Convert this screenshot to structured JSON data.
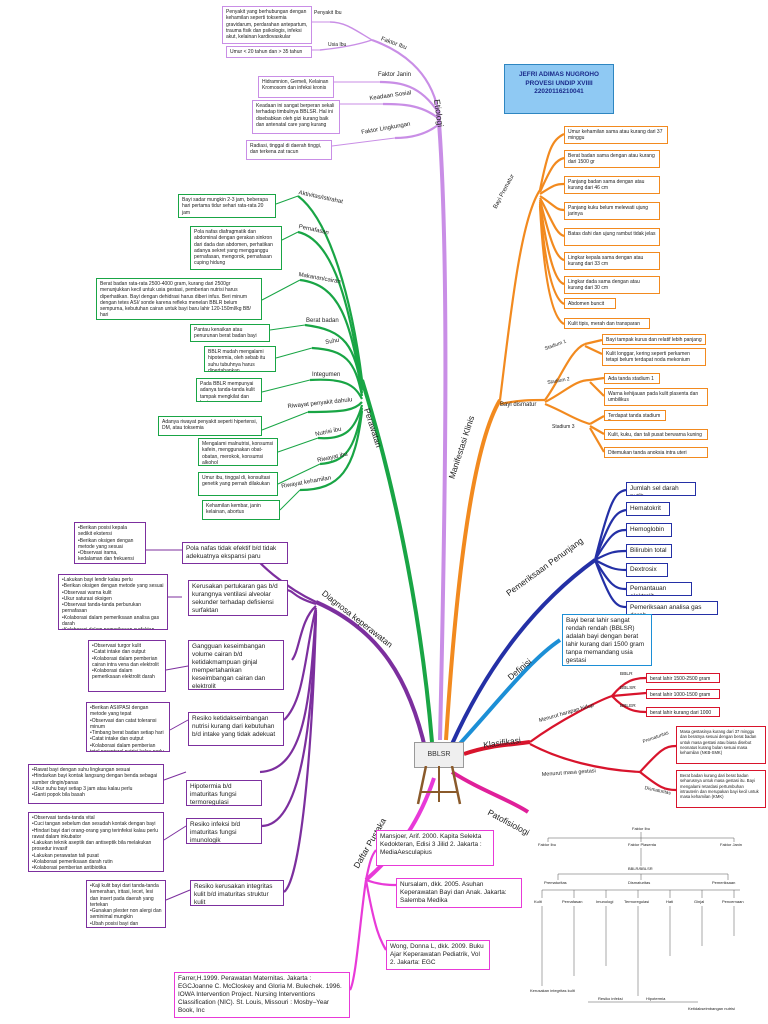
{
  "colors": {
    "etiologi": "#c98ee6",
    "manifestasi": "#f28a1f",
    "penunjang": "#2430a6",
    "definisi": "#1c8fd6",
    "klasifikasi": "#d8142c",
    "patofisiologi": "#e0209a",
    "pustaka": "#e83ad8",
    "diagnosa": "#7c2f9e",
    "perawatan": "#19a545",
    "center": "#8a5a2b"
  },
  "header": {
    "author": "JEFRI ADIMAS NUGROHO",
    "program": "PROVESI UNDIP XVIIII",
    "nim": "22020116210041"
  },
  "center": {
    "label": "BBLSR"
  },
  "etiologi": {
    "label": "Etiologi",
    "branches": [
      {
        "label": "Faktor Ibu",
        "subs": [
          {
            "label": "Penyakit Ibu",
            "text": "Penyakit yang berhubungan dengan kehamilan seperti toksemia gravidarum, perdarahan antepartum, trauma fisik dan psikologis, infeksi akut, kelainan kardiovaskular"
          },
          {
            "label": "Usia Ibu",
            "text": "Umur < 20 tahun dan > 35 tahun"
          }
        ]
      },
      {
        "label": "Faktor Janin",
        "text": "Hidramnion, Gemeli, Kelainan Kromosom dan infeksi kronis"
      },
      {
        "label": "Keadaan Sosial",
        "text": "Keadaan ini sangat berperan sekali terhadap timbulnya BBLSR. Hal ini disebabkan oleh gizi kurang baik dan antenatal care yang kurang"
      },
      {
        "label": "Faktor Lingkungan",
        "text": "Radiasi, tinggal di daerah tinggi, dan terkena zat racun"
      }
    ]
  },
  "manifestasi": {
    "label": "Manifestasi Klinis",
    "prematur": {
      "label": "Bayi Prematur",
      "items": [
        "Umur kehamilan sama atau kurang dari 37 minggu",
        "Berat badan sama dengan atau kurang dari 1500 gr",
        "Panjang badan sama dengan atau kurang dari 46 cm",
        "Panjang kuku belum melewati ujung jarinya",
        "Batas dahi dan ujung rambut tidak jelas",
        "Lingkar kepala sama dengan atau kurang dari 33 cm",
        "Lingkar dada sama dengan atau kurang dari 30 cm",
        "Abdomen buncit",
        "Kulit tipis, merah dan transparan"
      ]
    },
    "dismatur": {
      "label": "Bayi dismatur",
      "stadiums": [
        {
          "label": "Stadium 1",
          "items": [
            "Bayi tampak kurus dan relatif lebih panjang",
            "Kulit longgar, kering seperti perkamen tetapi belum terdapat noda mekonium"
          ]
        },
        {
          "label": "Stadium 2",
          "items": [
            "Ada tanda stadium 1",
            "Warna kehijauan pada kulit plasenta dan umbilikus"
          ]
        },
        {
          "label": "Stadium 3",
          "items": [
            "Terdapat tanda stadium 2",
            "Kulit, kuku, dan tali pusat berwarna kuning",
            "Ditemukan tanda anoksia intra uteri"
          ]
        }
      ]
    }
  },
  "penunjang": {
    "label": "Pemeriksaan Penunjang",
    "items": [
      "Jumlah sel darah putih",
      "Hematokrit",
      "Hemoglobin",
      "Bilirubin total",
      "Dextrosix",
      "Pemantauan elektrolit",
      "Pemeriksaan analisa gas darah"
    ]
  },
  "definisi": {
    "label": "Definisi",
    "text": "Bayi berat lahir sangat rendah rendah (BBLSR) adalah bayi dengan berat lahir kurang dari 1500 gram tanpa memandang usia gestasi"
  },
  "klasifikasi": {
    "label": "Klasifikasi",
    "harapan": {
      "label": "Menurut harapan hidup",
      "subs": [
        {
          "label": "BBLR",
          "text": "berat lahir 1500-2500 gram"
        },
        {
          "label": "BBLSR",
          "text": "berat lahir 1000-1500 gram"
        },
        {
          "label": "BBLER",
          "text": "berat lahir kurang dari 1000"
        }
      ]
    },
    "gestasi": {
      "label": "Menurut masa gestasi",
      "subs": [
        {
          "label": "Prematuritas",
          "text": "Masa gestasinya kurang dari 37 minggu dan beratnya sesuai dengan berat badan untuk masa gestasi atau biasa disebut neonatus kurang bulan sesuai masa kehamilan (NKB-SMK)"
        },
        {
          "label": "Dismaturitas",
          "text": "Berat badan kurang dari berat badan seharusnya untuk masa gestasi itu. Bayi mengalami retardasi pertumbuhan intrauterin dan merupakan bayi kecil untuk masa kehamilan (KMK)"
        }
      ]
    }
  },
  "patofisiologi": {
    "label": "Patofisiologi"
  },
  "pustaka": {
    "label": "Daftar Pustaka",
    "items": [
      "Mansjoer, Arif. 2000. Kapita Selekta Kedokteran, Edisi 3 Jilid 2. Jakarta : MediaAesculapius",
      "Nursalam, dkk. 2005. Asuhan Keperawatan Bayi dan Anak. Jakarta: Salemba Medika",
      "Wong, Donna L, dkk. 2009. Buku Ajar Keperawatan Pediatrik, Vol 2. Jakarta: EGC",
      "Farrer,H.1999. Perawatan Maternitas. Jakarta : EGCJoanne C. McCloskey and Gloria M. Bulechek. 1996. IOWA Intervention Project. Nursing Interventions Classification (NIC). St. Louis, Missouri : Mosby–Year Book, Inc"
    ]
  },
  "perawatan": {
    "label": "Perawatan",
    "items": [
      {
        "label": "Aktivitas/istirahat",
        "text": "Bayi sadar mungkin 2-3 jam, beberapa hari pertama tidur sehari rata-rata 20 jam"
      },
      {
        "label": "Pernafasan",
        "text": "Pola nafas diafragmatik dan abdominal dengan gerakan sinkron dari dada dan abdomen, perhatikan adanya sekret yang mengganggu pernafasan, mengorok, pernafasan cuping hidung"
      },
      {
        "label": "Makanan/cairan",
        "text": "Berat badan rata-rata 2500-4000 gram, kurang dari 2500gr menunjukkan kecil untuk usia gestasi, pemberian nutrisi harus diperhatikan. Bayi dengan dehidrasi harus diberi infus. Beri minum dengan tetes ASI/ sonde karena refleks menelan BBLR belum sempurna, kebutuhan cairan untuk bayi baru lahir 120-150ml/kg BB/ hari"
      },
      {
        "label": "Berat badan",
        "text": "Pantau kenaikan atau penurunan berat badan bayi"
      },
      {
        "label": "Suhu",
        "text": "BBLR mudah mengalami hipotermia, oleh sebab itu suhu tubuhnya harus dipertahankan"
      },
      {
        "label": "Integumen",
        "text": "Pada BBLR mempunyai adanya tanda-tanda kulit tampak mengkilat dan kering"
      },
      {
        "label": "Riwayat penyakit dahulu",
        "text": "Adanya riwayat penyakit seperti hipertensi, DM, atau toksemia"
      },
      {
        "label": "Nutrisi ibu",
        "text": "Mengalami malnutrisi, konsumsi kafein, menggunakan obat-obatan, merokok, konsumsi alkohol"
      },
      {
        "label": "Riwayat ibu",
        "text": "Umur ibu, tinggal di, konsultasi genetik yang pernah dilakukan"
      },
      {
        "label": "Riwayat kehamilan",
        "text": "Kehamilan kembar, janin kelainan, abortus"
      }
    ]
  },
  "diagnosa": {
    "label": "Diagnosa keperawatan",
    "items": [
      {
        "dx": "Pola nafas tidak efektif b/d tidak adekuatnya ekspansi paru",
        "int": "•Berikan posisi kepala sedikit ekstensi\n•Berikan oksigen dengan metode yang sesuai\n•Observasi irama, kedalaman dan frekuensi pernafasan"
      },
      {
        "dx": "Kerusakan pertukaran gas b/d kurangnya ventilasi alveolar sekunder terhadap defisiensi surfaktan",
        "int": "•Lakukan bayi lendir kalau perlu\n•Berikan oksigen dengan metode yang sesuai\n•Observasi warna kulit\n•Ukur saturasi oksigen\n•Observasi tanda-tanda perburukan pernafasan\n•Kolaborasi dalam pemeriksaan analisa gas darah\n•Kolaborasi dalam pemeriksaan surfaktan"
      },
      {
        "dx": "Gangguan keseimbangan volume cairan b/d ketidakmampuan ginjal mempertahankan keseimbangan cairan dan elektrolit",
        "int": "•Observasi turgor kulit\n•Catat intake dan output\n•Kolaborasi dalam pemberian cairan intra vena dan elektrolit\n•Kolaborasi dalam pemeriksaan elektrolit darah"
      },
      {
        "dx": "Resiko ketidakseimbangan nutrisi kurang dari kebutuhan b/d intake yang tidak adekuat",
        "int": "•Berikan ASI/PASI dengan metode yang tepat\n•Observasi dan catat toleransi minum\n•Timbang berat badan setiap hari\n•Catat intake dan output\n•Kolaborasi dalam pemberian total parenteral nutrisi kalau perlu"
      },
      {
        "dx": "Hipotermia b/d imaturitas fungsi termoregulasi",
        "int": "•Rawat bayi dengan suhu lingkungan sesuai\n•Hindarkan bayi kontak langsung dengan benda sebagai sumber dingin/panas\n•Ukur suhu bayi setiap 3 jam atau kalau perlu\n•Ganti popok bila basah"
      },
      {
        "dx": "Resiko infeksi b/d imaturitas fungsi imunologik",
        "int": "•Observasi tanda-tanda vital\n•Cuci tangan sebelum dan sesudah kontak dengan bayi\n•Hindari bayi dari orang-orang yang terinfeksi kalau perlu rawat dalam inkubator\n•Lakukan teknik aseptik dan antiseptik bila melakukan prosedur invasif\n•Lakukan perawatan tali pusat\n•Kolaborasi pemeriksaan darah rutin\n•Kolaborasi pemberian antibiotika"
      },
      {
        "dx": "Resiko kerusakan integritas kulit b/d imaturitas struktur kulit",
        "int": "•Kaji kulit bayi dari tanda-tanda kemerahan, iritasi, lecet, lesi dan insert pada daerah yang tertekan\n•Gunakan plester non alergi dan seminimal mungkin\n•Ubah posisi bayi dan pertahankan sirkulasi"
      }
    ]
  },
  "flow": {
    "top": "Faktor Ibu",
    "row1": [
      "Faktor Ibu",
      "Faktor Plasenta",
      "Faktor Janin"
    ],
    "center1": "BBLR/BBLSR",
    "row2": [
      "Prematuritas",
      "Dismaturitas",
      "Pemeriksaan"
    ],
    "row3": [
      "Kulit",
      "Pernafasan",
      "Imunologi",
      "Termoregulasi",
      "Hati",
      "Ginjal",
      "Pencernaan"
    ],
    "bottom": [
      "Kerusakan integritas kulit",
      "Resiko infeksi",
      "Hipotermia",
      "Ketidakseimbangan nutrisi"
    ]
  }
}
